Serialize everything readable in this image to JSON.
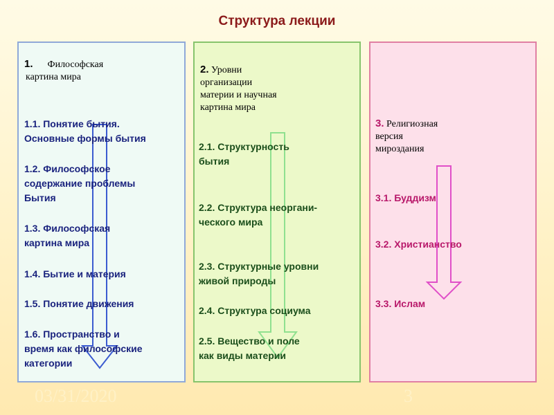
{
  "title": "Структура лекции",
  "columns": [
    {
      "heading_num": "1.",
      "heading_text": "Философская",
      "heading_text2": "картина мира",
      "items": [
        "1.1. Понятие бытия.",
        "Основные формы бытия",
        "1.2. Философское",
        "содержание проблемы",
        "Бытия",
        "1.3. Философская",
        "картина мира",
        "1.4. Бытие и материя",
        "1.5. Понятие движения",
        "1.6. Пространство и",
        "время как философские",
        "категории"
      ]
    },
    {
      "heading_num": "2.",
      "heading_text": "Уровни",
      "heading_text2": "организации",
      "heading_text3": "материи и научная",
      "heading_text4": "картина мира",
      "items": [
        "2.1. Структурность",
        "бытия",
        "2.2. Структура неоргани-",
        "ческого мира",
        "2.3. Структурные уровни",
        "живой природы",
        "2.4. Структура социума",
        "2.5. Вещество и поле",
        "как виды материи"
      ]
    },
    {
      "heading_num": "3.",
      "heading_text": "Религиозная",
      "heading_text2": "версия",
      "heading_text3": "мироздания",
      "items": [
        "3.1. Буддизм",
        "3.2. Христианство",
        "3.3. Ислам"
      ]
    }
  ],
  "footer": {
    "date": "03/31/2020",
    "page": "3"
  },
  "colors": {
    "col1_border": "#8fa8d8",
    "col2_border": "#86c46c",
    "col3_border": "#e07fa3",
    "title": "#8b1a1a"
  }
}
